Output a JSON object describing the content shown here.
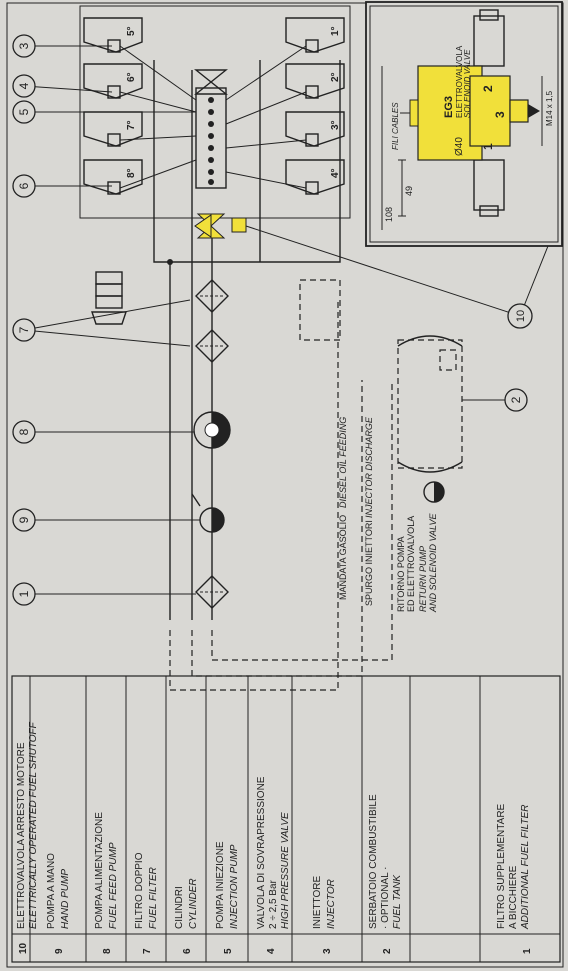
{
  "legend": [
    {
      "num": "10",
      "it": "ELETTROVALVOLA ARRESTO MOTORE",
      "en": "ELETTRICALLY OPERATED FUEL SHUTOFF"
    },
    {
      "num": "9",
      "it": "POMPA A MANO",
      "en": "HAND PUMP"
    },
    {
      "num": "8",
      "it": "POMPA ALIMENTAZIONE",
      "en": "FUEL FEED PUMP"
    },
    {
      "num": "7",
      "it": "FILTRO DOPPIO",
      "en": "FUEL FILTER"
    },
    {
      "num": "6",
      "it": "CILINDRI",
      "en": "CYLINDER"
    },
    {
      "num": "5",
      "it": "POMPA INIEZIONE",
      "en": "INJECTION PUMP"
    },
    {
      "num": "4",
      "it": "VALVOLA DI SOVRAPRESSIONE",
      "it2": "2 ÷ 2,5 Bar",
      "en": "HIGH PRESSURE VALVE"
    },
    {
      "num": "3",
      "it": "INIETTORE",
      "en": "INJECTOR"
    },
    {
      "num": "2",
      "it": "SERBATOIO COMBUSTIBILE",
      "it2": "· OPTIONAL ·",
      "en": "FUEL TANK"
    },
    {
      "num": "1",
      "it": "FILTRO SUPPLEMENTARE",
      "it2": "A BICCHIERE",
      "en": "ADDITIONAL FUEL FILTER"
    }
  ],
  "callouts": [
    "3",
    "4",
    "5",
    "6",
    "7",
    "8",
    "9",
    "1",
    "10",
    "2"
  ],
  "cylinders": [
    "5°",
    "6°",
    "7°",
    "8°",
    "1°",
    "2°",
    "3°",
    "4°"
  ],
  "lines": {
    "feed": "MANDATA GASOLIO",
    "feed_en": "DIESEL OIL FEEDING",
    "discharge": "SPURGO INIETTORI",
    "discharge_en": "INJECTOR DISCHARGE",
    "return1": "RITORNO POMPA",
    "return2": "ED ELETTROVALVOLA",
    "return_en1": "RETURN PUMP",
    "return_en2": "AND SOLENOID VALVE"
  },
  "inset": {
    "code": "EG3",
    "title_it": "ELETTROVALVOLA",
    "title_en": "SOLENOID VALVE",
    "cables": "FILI CABLES",
    "diam": "Ø40",
    "thread": "M14 x 1,5",
    "dim1": "49",
    "dim2": "108",
    "port1": "1",
    "port2": "2",
    "port3": "3"
  },
  "colors": {
    "background": "#d9d8d4",
    "valve": "#f1e03a",
    "line": "#222222"
  }
}
